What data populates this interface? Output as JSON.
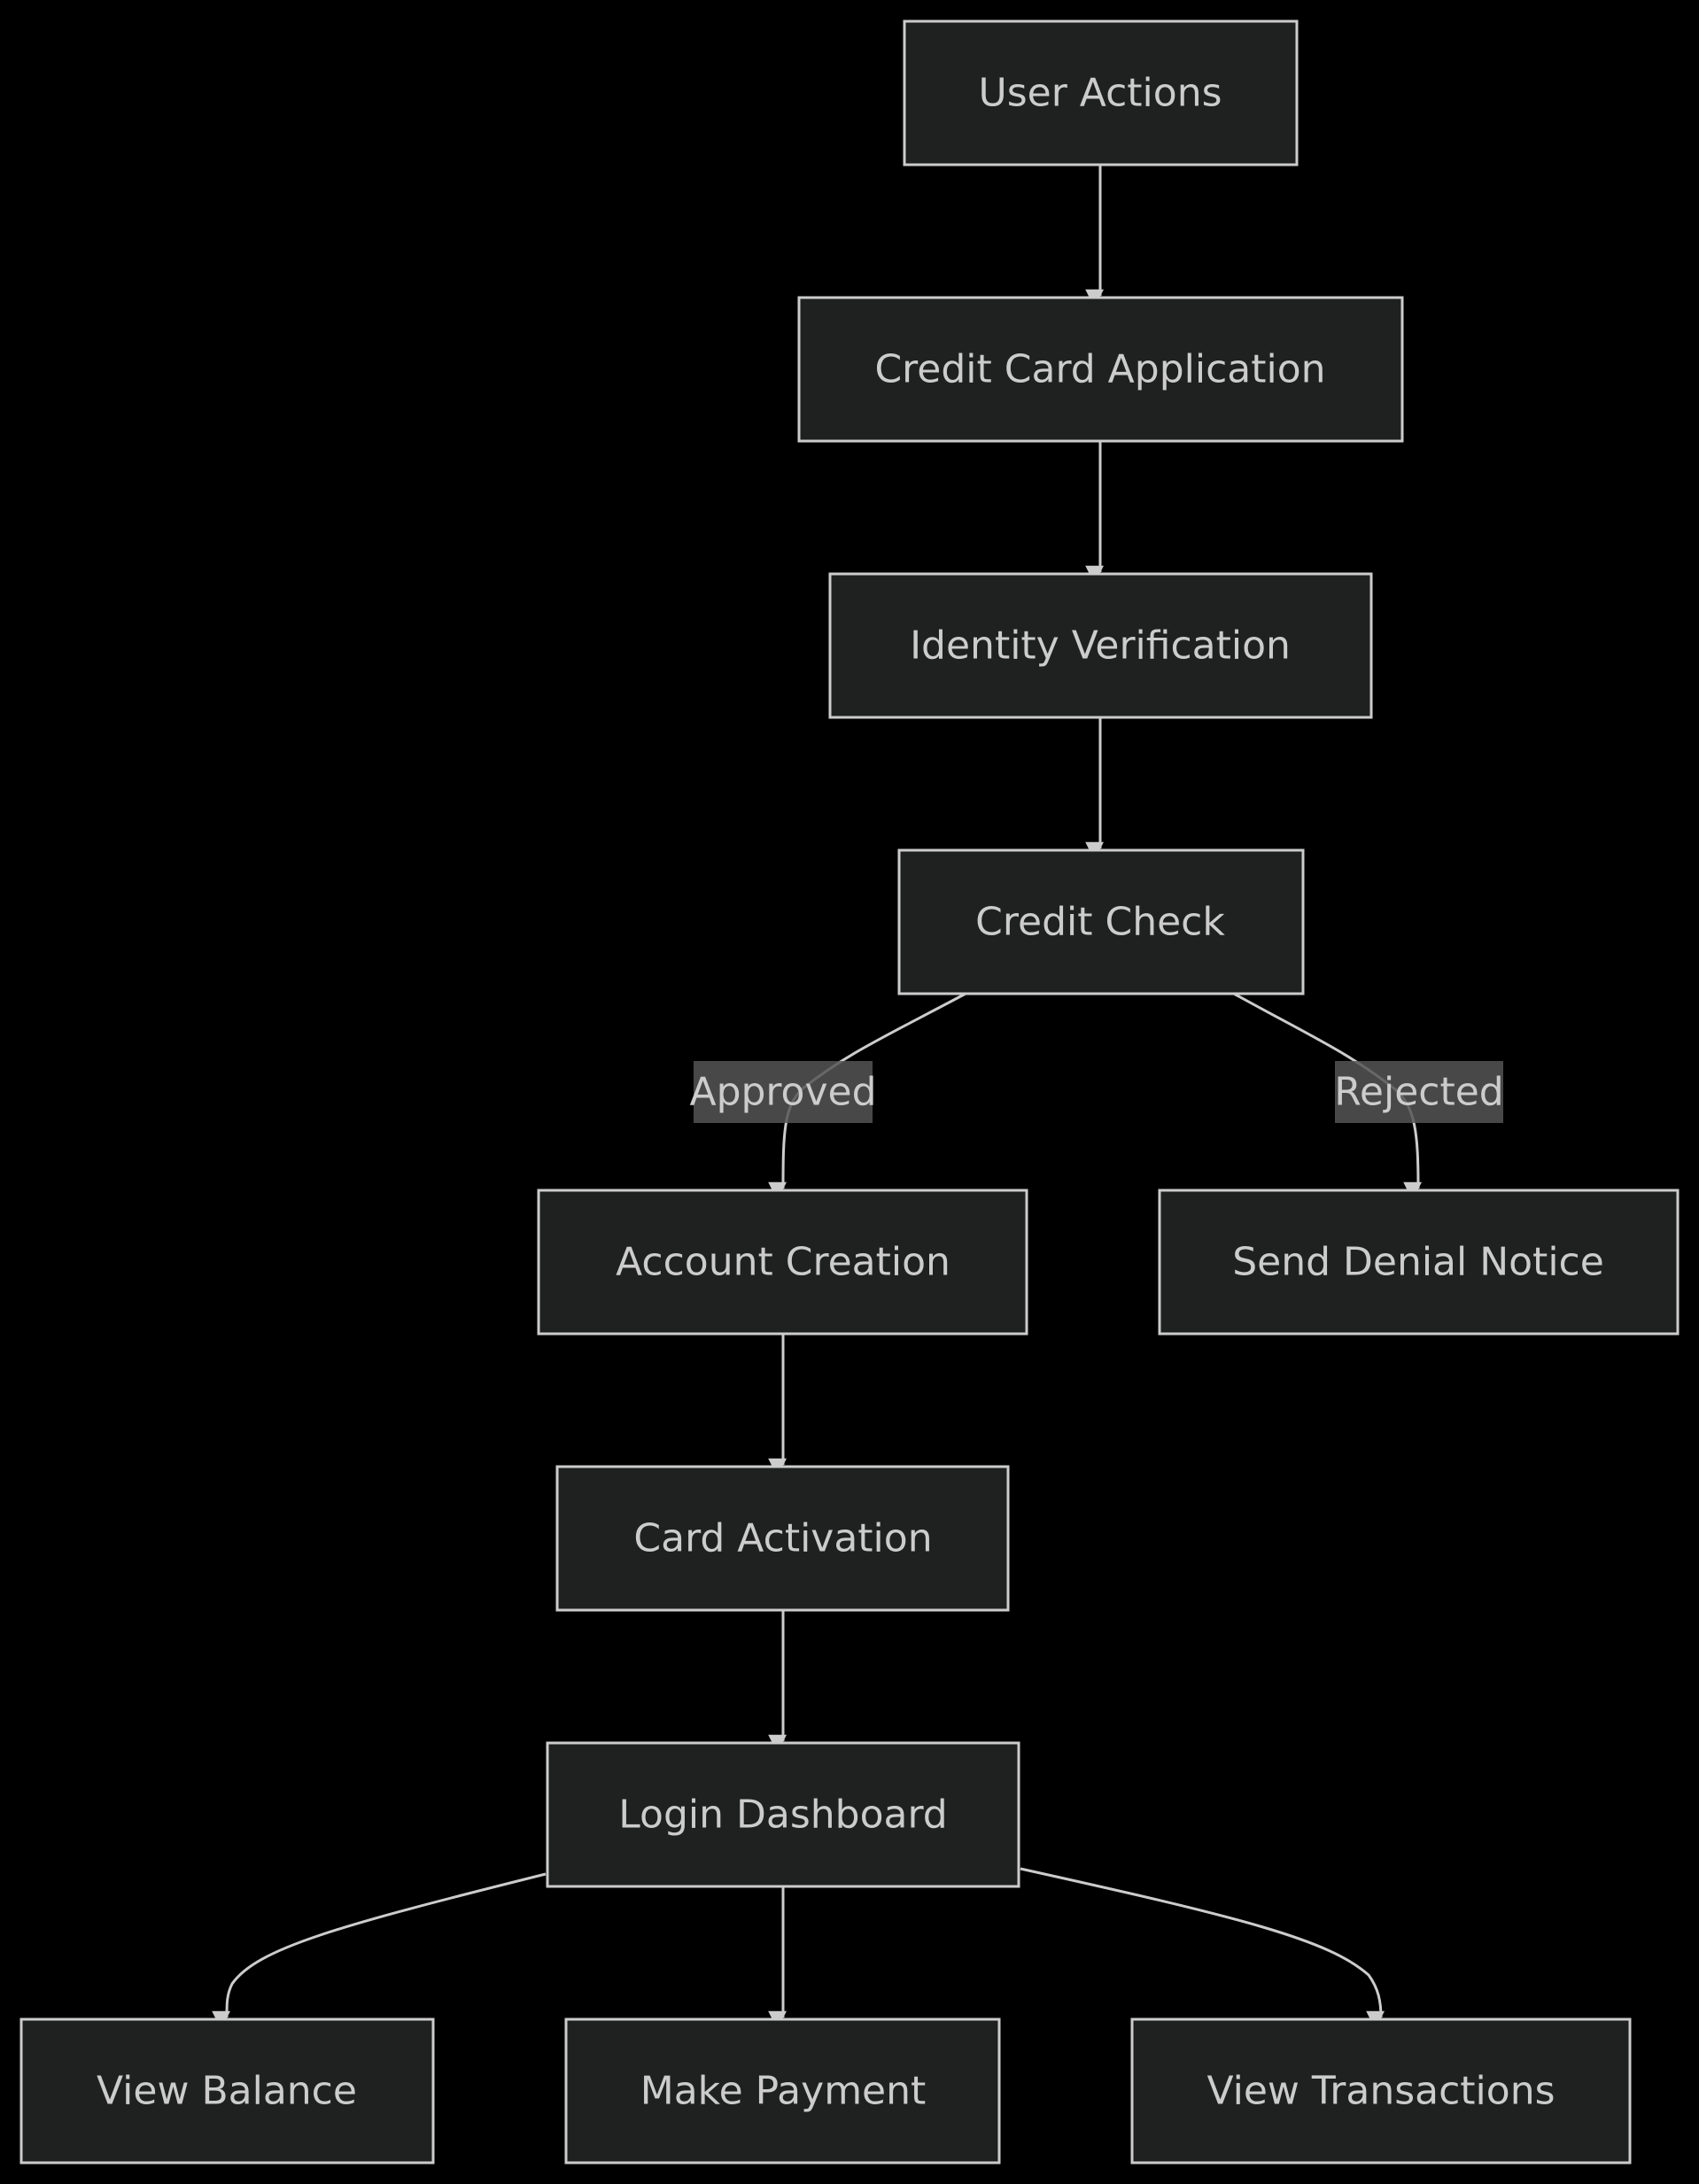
{
  "colors": {
    "background": "#000000",
    "node_fill": "#1f2020",
    "node_stroke": "#cccccc",
    "text": "#cccccc",
    "edge_label_fill": "#555555"
  },
  "nodes": {
    "user_actions": "User Actions",
    "credit_card_application": "Credit Card Application",
    "identity_verification": "Identity Verification",
    "credit_check": "Credit Check",
    "account_creation": "Account Creation",
    "send_denial_notice": "Send Denial Notice",
    "card_activation": "Card Activation",
    "login_dashboard": "Login Dashboard",
    "view_balance": "View Balance",
    "make_payment": "Make Payment",
    "view_transactions": "View Transactions"
  },
  "edges": [
    {
      "from": "user_actions",
      "to": "credit_card_application",
      "label": ""
    },
    {
      "from": "credit_card_application",
      "to": "identity_verification",
      "label": ""
    },
    {
      "from": "identity_verification",
      "to": "credit_check",
      "label": ""
    },
    {
      "from": "credit_check",
      "to": "account_creation",
      "label": "Approved"
    },
    {
      "from": "credit_check",
      "to": "send_denial_notice",
      "label": "Rejected"
    },
    {
      "from": "account_creation",
      "to": "card_activation",
      "label": ""
    },
    {
      "from": "card_activation",
      "to": "login_dashboard",
      "label": ""
    },
    {
      "from": "login_dashboard",
      "to": "view_balance",
      "label": ""
    },
    {
      "from": "login_dashboard",
      "to": "make_payment",
      "label": ""
    },
    {
      "from": "login_dashboard",
      "to": "view_transactions",
      "label": ""
    }
  ],
  "edge_labels": {
    "approved": "Approved",
    "rejected": "Rejected"
  }
}
